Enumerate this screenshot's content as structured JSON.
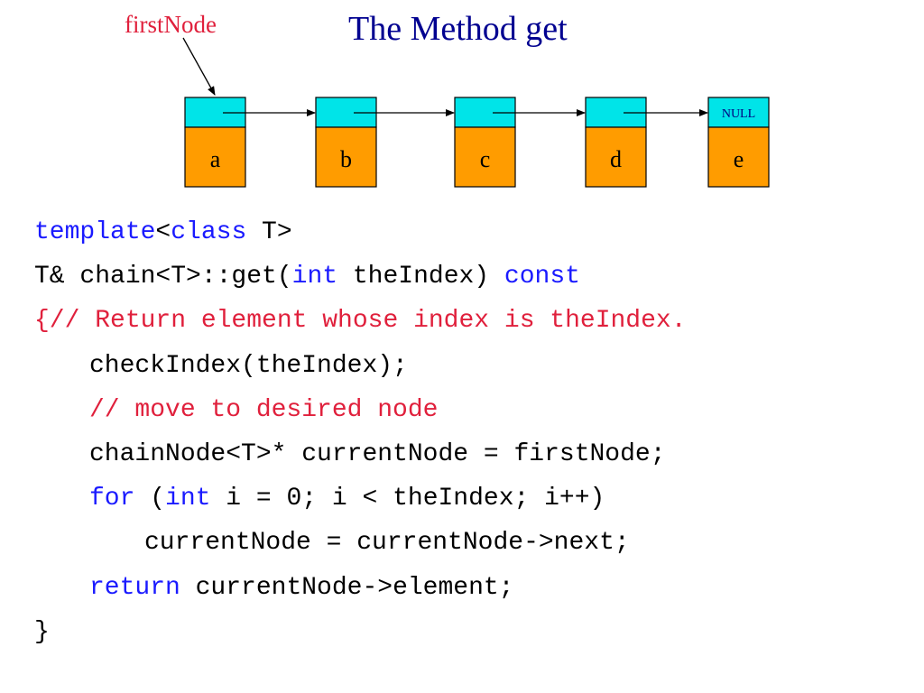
{
  "slide": {
    "title": "The Method get",
    "pointer_label": "firstNode"
  },
  "colors": {
    "title": "#000090",
    "pointer_label": "#e0203c",
    "node_link_fill": "#00e4e8",
    "node_data_fill": "#ff9c00",
    "keyword": "#1a1aff",
    "comment": "#e0203c",
    "text": "#000000"
  },
  "chain": {
    "nodes": [
      {
        "element": "a",
        "link": ""
      },
      {
        "element": "b",
        "link": ""
      },
      {
        "element": "c",
        "link": ""
      },
      {
        "element": "d",
        "link": ""
      },
      {
        "element": "e",
        "link": "NULL"
      }
    ]
  },
  "code": {
    "lines": [
      {
        "indent": 0,
        "tokens": [
          [
            "kw",
            "template"
          ],
          [
            "plain",
            "<"
          ],
          [
            "kw",
            "class"
          ],
          [
            "plain",
            " T>"
          ]
        ]
      },
      {
        "indent": 0,
        "tokens": [
          [
            "plain",
            "T& chain<T>::get("
          ],
          [
            "kw",
            "int"
          ],
          [
            "plain",
            " theIndex) "
          ],
          [
            "kw",
            "const"
          ]
        ]
      },
      {
        "indent": 0,
        "tokens": [
          [
            "comment",
            "{// Return element whose index is theIndex."
          ]
        ]
      },
      {
        "indent": 1,
        "tokens": [
          [
            "plain",
            "checkIndex(theIndex);"
          ]
        ]
      },
      {
        "indent": 1,
        "tokens": [
          [
            "comment",
            "// move to desired node"
          ]
        ]
      },
      {
        "indent": 1,
        "tokens": [
          [
            "plain",
            "chainNode<T>* currentNode = firstNode;"
          ]
        ]
      },
      {
        "indent": 1,
        "tokens": [
          [
            "kw",
            "for"
          ],
          [
            "plain",
            " ("
          ],
          [
            "kw",
            "int"
          ],
          [
            "plain",
            " i = 0; i < theIndex; i++)"
          ]
        ]
      },
      {
        "indent": 2,
        "tokens": [
          [
            "plain",
            "currentNode = currentNode->next;"
          ]
        ]
      },
      {
        "indent": 1,
        "tokens": [
          [
            "kw",
            "return"
          ],
          [
            "plain",
            " currentNode->element;"
          ]
        ]
      },
      {
        "indent": 0,
        "tokens": [
          [
            "plain",
            "}"
          ]
        ]
      }
    ]
  }
}
